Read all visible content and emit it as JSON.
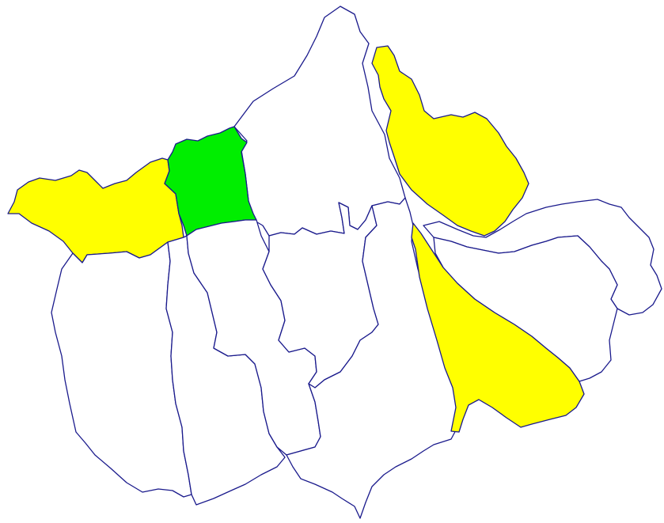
{
  "map": {
    "background": "#ffffff",
    "border_color": "#1a1a8c",
    "outer_border_color": "#6a6aa8",
    "colors": {
      "highlight_green": "#00ee00",
      "highlight_yellow": "#ffff00",
      "default": "#ffffff"
    },
    "regions": [
      {
        "id": "northeast-upper",
        "fill": "highlight_yellow"
      },
      {
        "id": "north-center",
        "fill": "default"
      },
      {
        "id": "west",
        "fill": "highlight_yellow"
      },
      {
        "id": "center-green",
        "fill": "highlight_green"
      },
      {
        "id": "far-west-south",
        "fill": "default"
      },
      {
        "id": "southwest-middle",
        "fill": "default"
      },
      {
        "id": "south-center",
        "fill": "default"
      },
      {
        "id": "center-east-strip",
        "fill": "default"
      },
      {
        "id": "south-large",
        "fill": "default"
      },
      {
        "id": "east-upper",
        "fill": "default"
      },
      {
        "id": "southeast-yellow",
        "fill": "highlight_yellow"
      },
      {
        "id": "east-strip",
        "fill": "default"
      }
    ]
  }
}
